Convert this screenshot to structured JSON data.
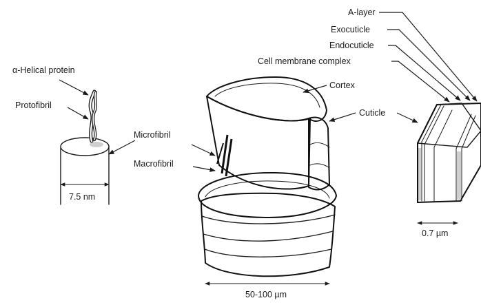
{
  "labels": {
    "alpha_helical_protein": "α-Helical protein",
    "protofibril": "Protofibril",
    "microfibril": "Microfibril",
    "macrofibril": "Macrofibril",
    "cortex": "Cortex",
    "cuticle": "Cuticle",
    "cell_membrane_complex": "Cell membrane complex",
    "endocuticle": "Endocuticle",
    "exocuticle": "Exocuticle",
    "a_layer": "A-layer"
  },
  "dimensions": {
    "microfibril_diameter": "7.5 nm",
    "fiber_diameter": "50-100 µm",
    "cuticle_thickness": "0.7 µm"
  },
  "colors": {
    "ink": "#1a1a1a",
    "background": "#ffffff",
    "shade": "#cfcfcf"
  }
}
